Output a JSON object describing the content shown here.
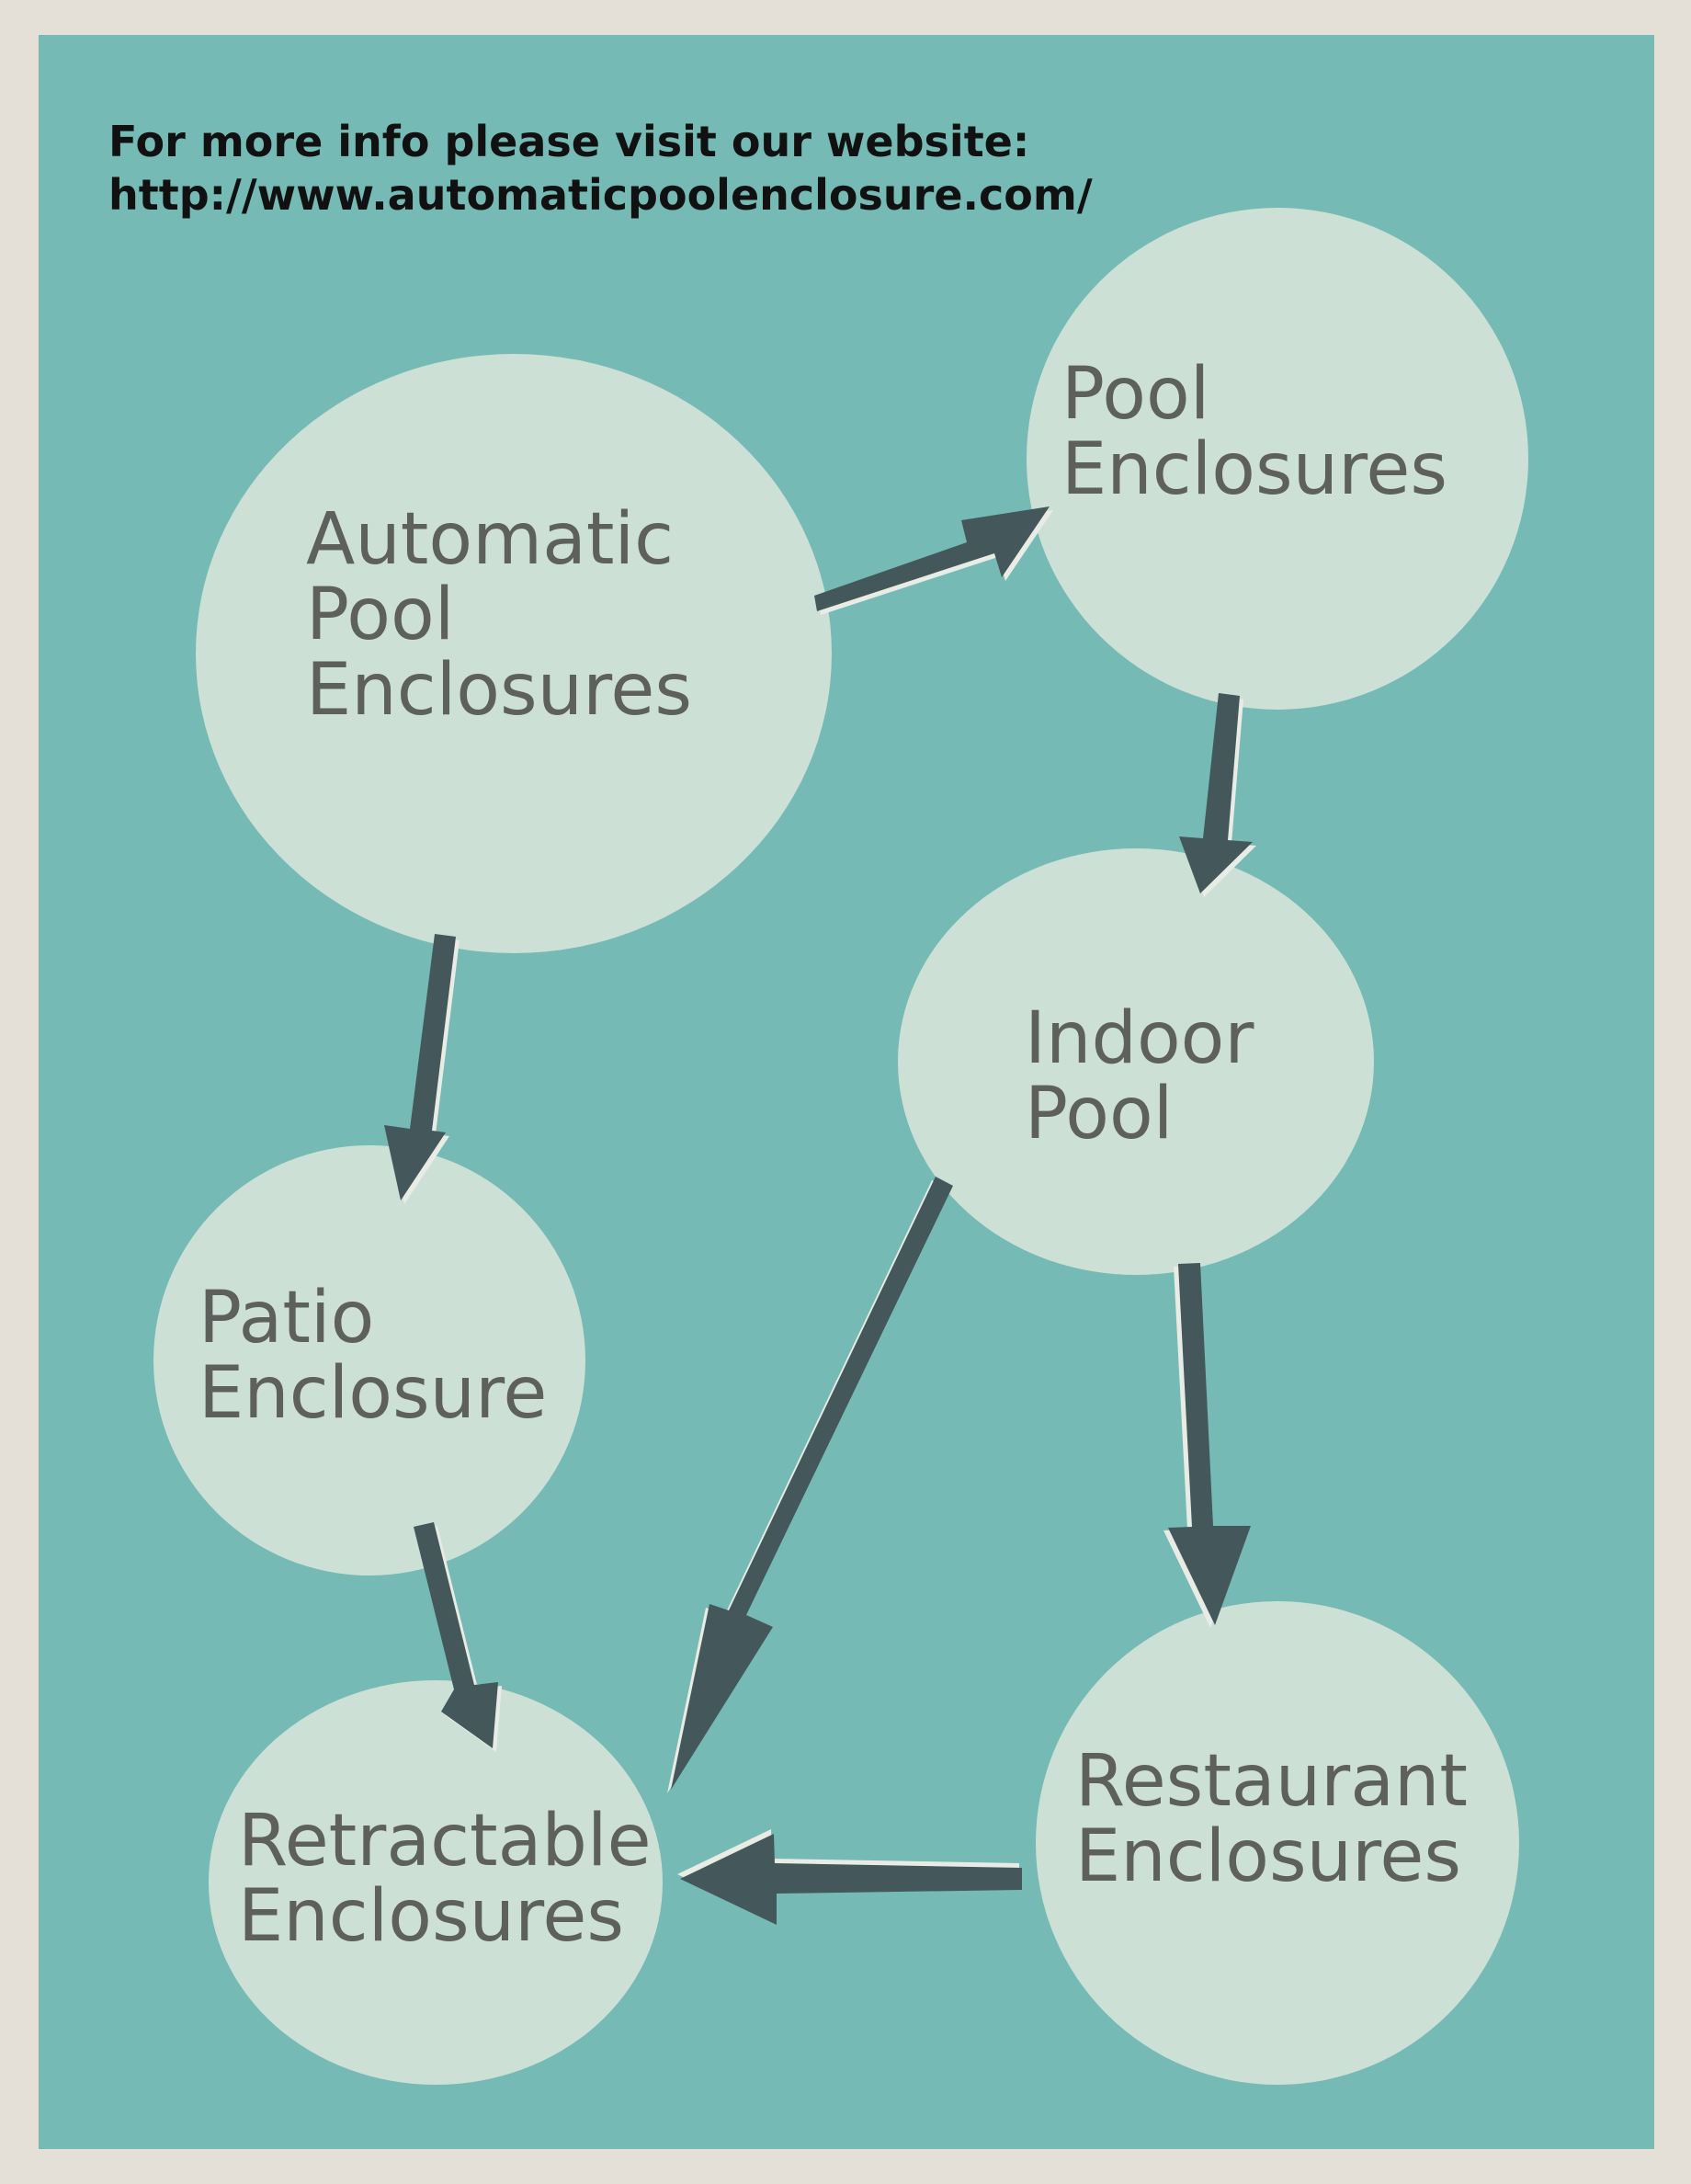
{
  "header": {
    "line1": "For more info please visit our website:",
    "line2": "http://www.automaticpoolenclosure.com/"
  },
  "colors": {
    "page": "#e4e0d7",
    "panel": "#75bab4",
    "circle": "#cde0d6",
    "arrow": "#44575b",
    "arrow_outline": "#e8ece5",
    "label": "#5d605c"
  },
  "nodes": {
    "automatic": {
      "lines": [
        "Automatic",
        "Pool",
        "Enclosures"
      ]
    },
    "pool": {
      "lines": [
        "Pool",
        "Enclosures"
      ]
    },
    "indoor": {
      "lines": [
        "Indoor",
        "Pool"
      ]
    },
    "patio": {
      "lines": [
        "Patio",
        "Enclosure"
      ]
    },
    "retractable": {
      "lines": [
        "Retractable",
        "Enclosures"
      ]
    },
    "restaurant": {
      "lines": [
        "Restaurant",
        "Enclosures"
      ]
    }
  },
  "edges": [
    {
      "from": "automatic",
      "to": "pool"
    },
    {
      "from": "pool",
      "to": "indoor"
    },
    {
      "from": "automatic",
      "to": "patio"
    },
    {
      "from": "patio",
      "to": "retractable"
    },
    {
      "from": "indoor",
      "to": "retractable"
    },
    {
      "from": "indoor",
      "to": "restaurant"
    },
    {
      "from": "restaurant",
      "to": "retractable"
    }
  ]
}
